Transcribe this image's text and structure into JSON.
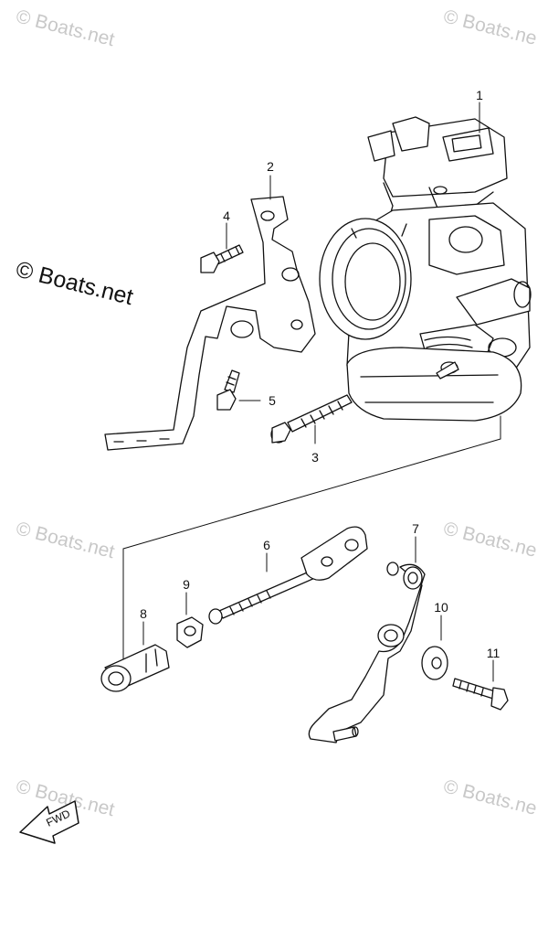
{
  "watermarks": {
    "top_left": "© Boats.net",
    "top_right": "© Boats.ne",
    "main": "© Boats.net",
    "mid_left": "© Boats.net",
    "mid_right": "© Boats.ne",
    "bot_left": "© Boats.net",
    "bot_right": "© Boats.ne"
  },
  "callouts": [
    "1",
    "2",
    "3",
    "4",
    "5",
    "6",
    "7",
    "8",
    "9",
    "10",
    "11"
  ],
  "fwd_label": "FWD",
  "colors": {
    "line": "#111111",
    "watermark": "#c8c8c8"
  }
}
